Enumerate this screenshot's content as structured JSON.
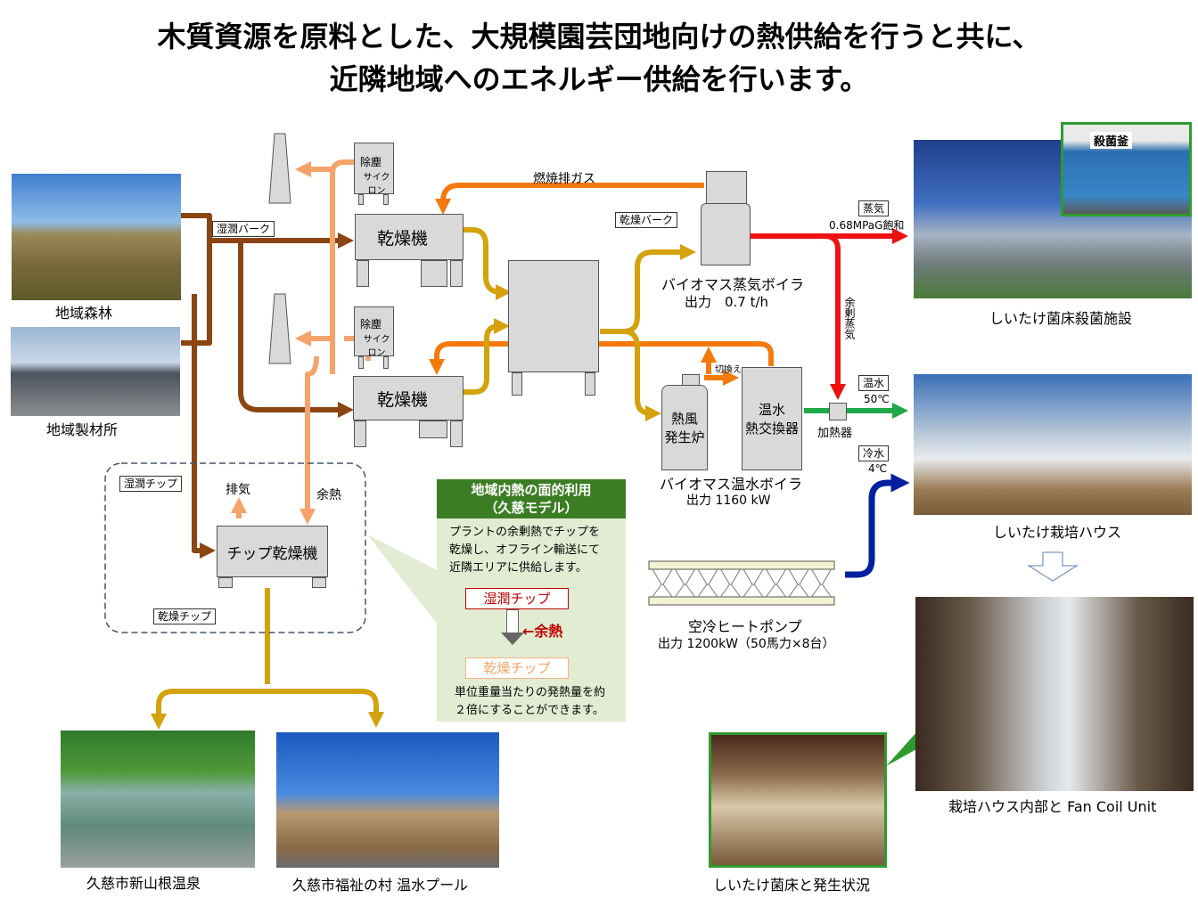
{
  "title": {
    "line1": "木質資源を原料とした、大規模園芸団地向けの熱供給を行うと共に、",
    "line2": "近隣地域へのエネルギー供給を行います。"
  },
  "sources": {
    "forest": "地域森林",
    "sawmill": "地域製材所"
  },
  "labels": {
    "wet_bark": "湿潤バーク",
    "dry_bark": "乾燥バーク",
    "wet_chip": "湿潤チップ",
    "dry_chip": "乾燥チップ",
    "exhaust": "排気",
    "waste_heat": "余熱",
    "flue_gas": "燃焼排ガス",
    "switch": "切換え",
    "surplus_steam": "余剰蒸気",
    "heater": "加熱器"
  },
  "equipment": {
    "cyclone_1": "除塵",
    "cyclone_1b": "サイクロン",
    "cyclone_2": "除塵",
    "cyclone_2b": "サイクロン",
    "dryer_1": "乾燥機",
    "dryer_2": "乾燥機",
    "chip_dryer": "チップ乾燥機",
    "hot_air_1": "熱風",
    "hot_air_2": "発生炉",
    "hx_1": "温水",
    "hx_2": "熱交換器"
  },
  "steam_boiler": {
    "name": "バイオマス蒸気ボイラ",
    "output": "出力　0.7 t/h"
  },
  "hot_water_boiler": {
    "name": "バイオマス温水ボイラ",
    "output": "出力 1160 kW"
  },
  "heat_pump": {
    "name": "空冷ヒートポンプ",
    "output": "出力 1200kW（50馬力×8台）"
  },
  "supply": {
    "steam_tag": "蒸気",
    "steam_value": "0.68MPaG飽和",
    "hot_water_tag": "温水",
    "hot_water_value": "50℃",
    "cold_water_tag": "冷水",
    "cold_water_value": "4℃"
  },
  "facilities": {
    "sterilizer_inset": "殺菌釜",
    "sterilization": "しいたけ菌床殺菌施設",
    "cultivation": "しいたけ栽培ハウス",
    "interior": "栽培ハウス内部と Fan Coil Unit",
    "mushroom": "しいたけ菌床と発生状況",
    "onsen": "久慈市新山根温泉",
    "pool": "久慈市福祉の村 温水プール"
  },
  "kuji_model": {
    "title1": "地域内熱の面的利用",
    "title2": "（久慈モデル）",
    "desc1": "プラントの余剰熱でチップを",
    "desc2": "乾燥し、オフライン輸送にて",
    "desc3": "近隣エリアに供給します。",
    "wet": "湿潤チップ",
    "heat": "←余熱",
    "dry": "乾燥チップ",
    "note1": "単位重量当たりの発熱量を約",
    "note2": "２倍にすることができます。"
  },
  "colors": {
    "brown": "#8b4513",
    "salmon": "#f4a46a",
    "orange": "#f47a0e",
    "gold": "#d4a20c",
    "red": "#ee1111",
    "green": "#1fa84a",
    "navy": "#00209f",
    "model_green": "#3b7d23",
    "model_bg": "#e2ecd3"
  }
}
